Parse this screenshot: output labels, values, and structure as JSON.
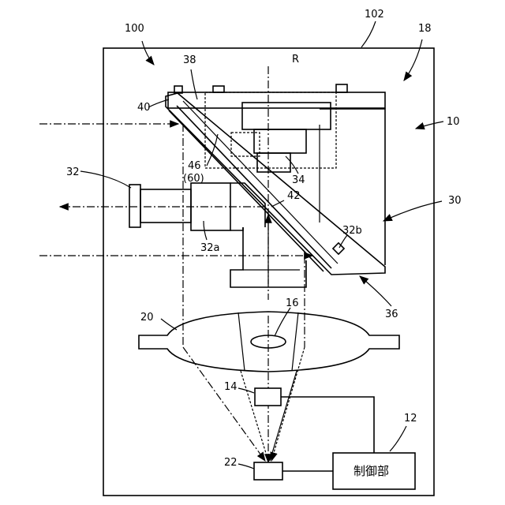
{
  "labels": {
    "l100": "100",
    "l102": "102",
    "l18": "18",
    "l10": "10",
    "l38": "38",
    "lR": "R",
    "l40": "40",
    "l46": "46",
    "l60": "(60)",
    "l34": "34",
    "l32": "32",
    "l42": "42",
    "l30": "30",
    "l32a": "32a",
    "l32b": "32b",
    "l36": "36",
    "l20": "20",
    "l16": "16",
    "l14": "14",
    "l12": "12",
    "l22": "22",
    "control": "制御部"
  }
}
